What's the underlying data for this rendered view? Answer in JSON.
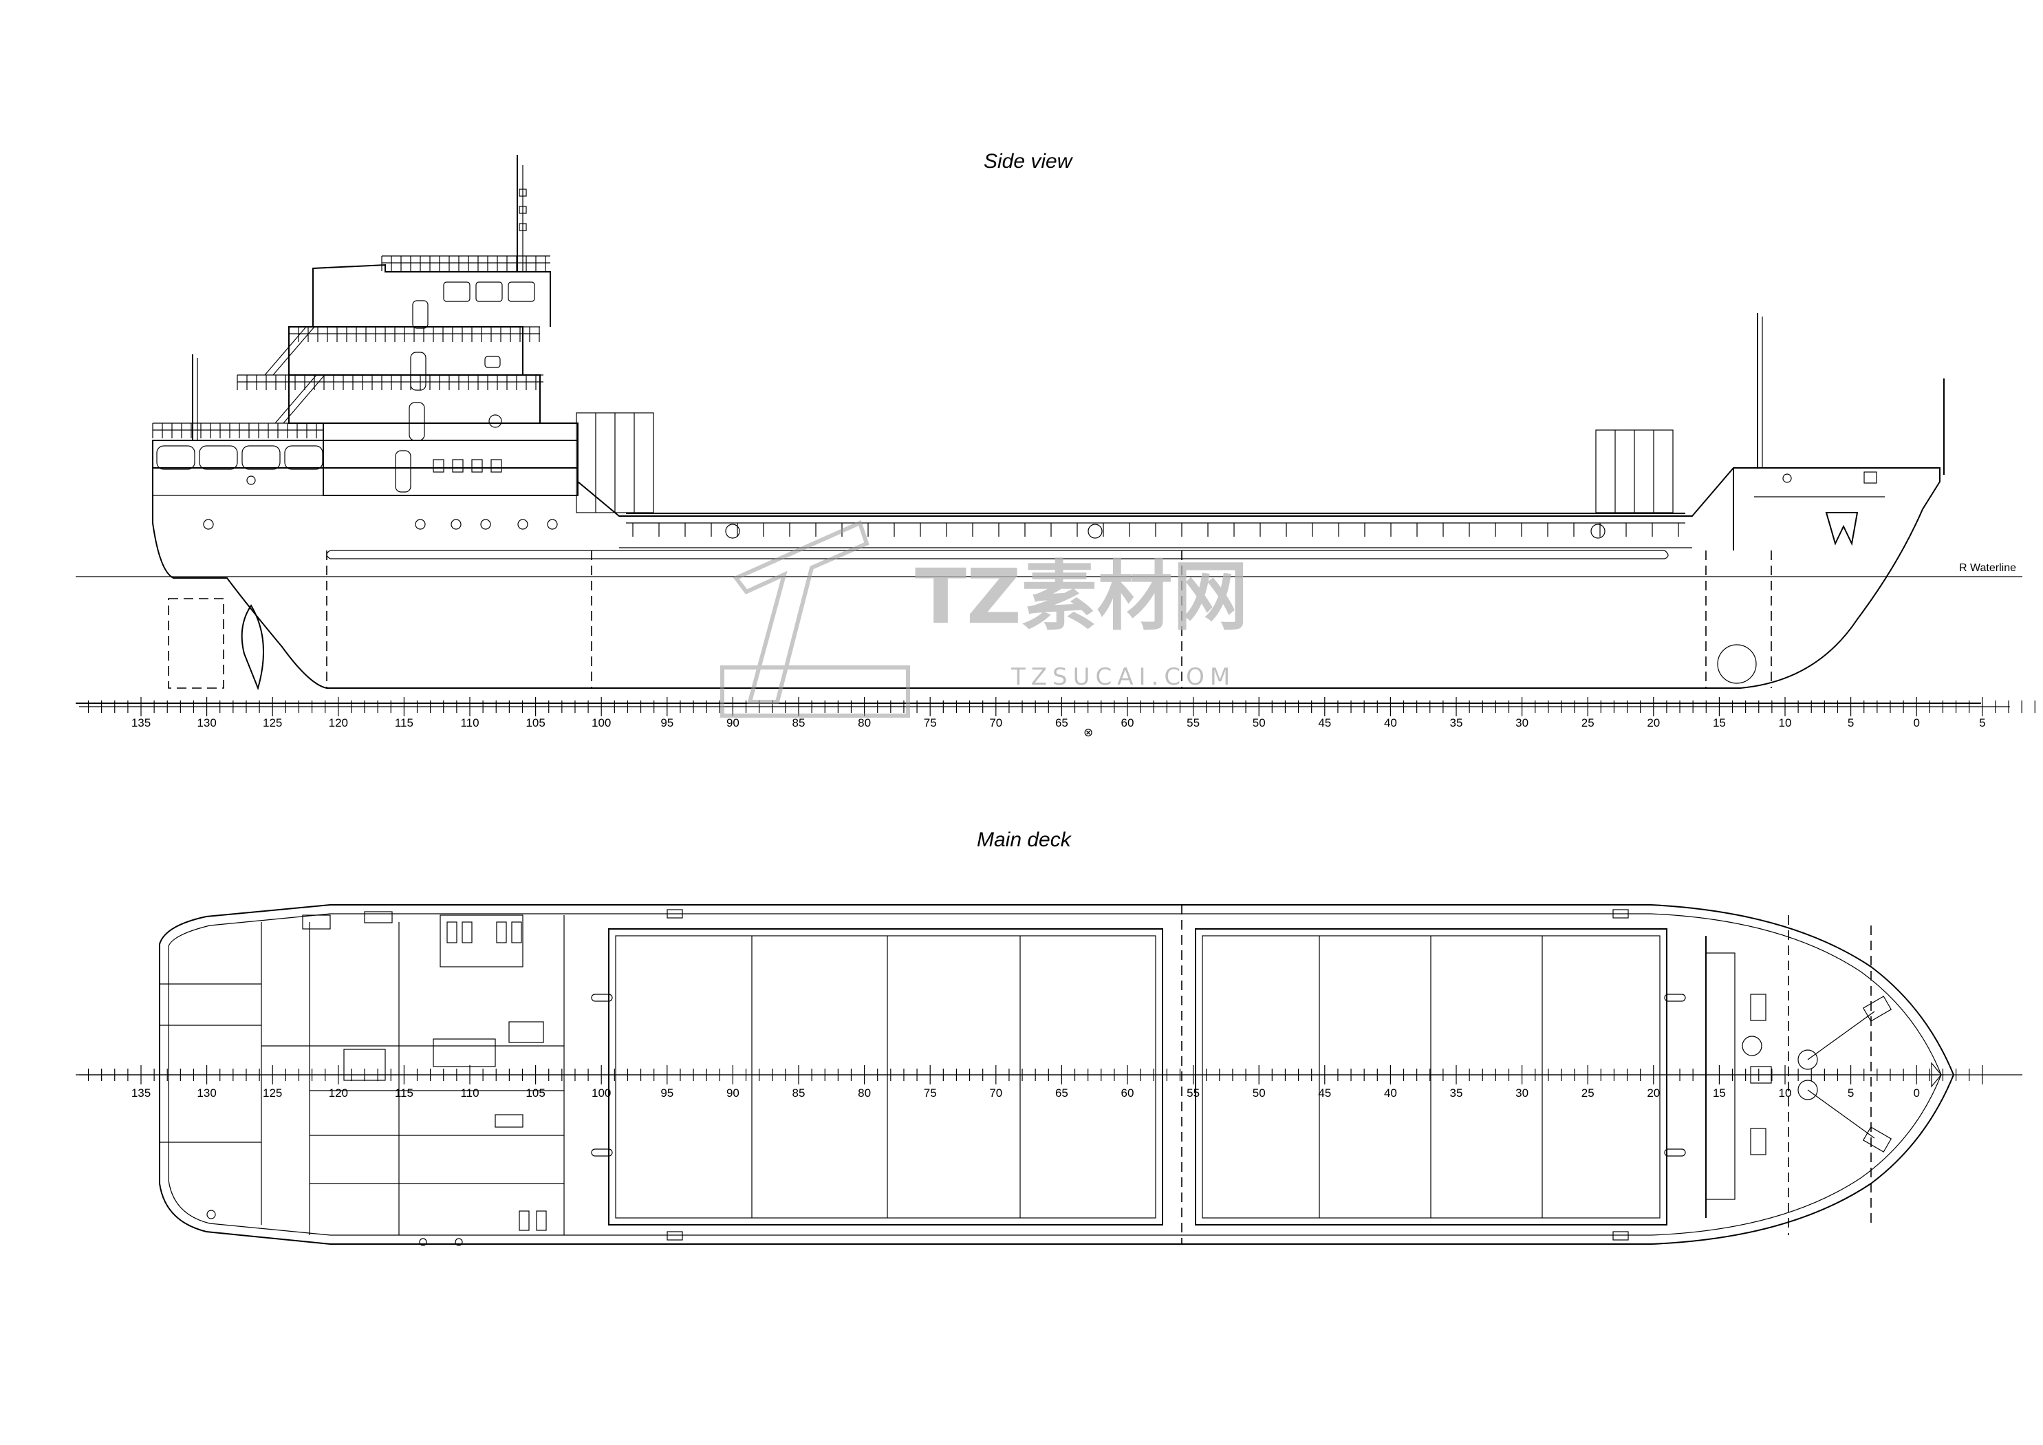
{
  "titles": {
    "side_view": "Side view",
    "main_deck": "Main deck"
  },
  "labels": {
    "waterline": "R Waterline"
  },
  "frame_scale": {
    "major_labels": [
      "135",
      "130",
      "125",
      "120",
      "115",
      "110",
      "105",
      "100",
      "95",
      "90",
      "85",
      "80",
      "75",
      "70",
      "65",
      "60",
      "55",
      "50",
      "45",
      "40",
      "35",
      "30",
      "25",
      "20",
      "15",
      "10",
      "5",
      "0",
      "5"
    ],
    "deck_labels": [
      "135",
      "130",
      "125",
      "120",
      "115",
      "110",
      "105",
      "100",
      "95",
      "90",
      "85",
      "80",
      "75",
      "70",
      "65",
      "60",
      "55",
      "50",
      "45",
      "40",
      "35",
      "30",
      "25",
      "20",
      "15",
      "10",
      "5",
      "0"
    ]
  },
  "watermark": {
    "brand": "TZ素材网",
    "url": "TZSUCAI.COM"
  },
  "colors": {
    "line": "#000000",
    "background": "#ffffff",
    "watermark": "#b5b5b5"
  }
}
